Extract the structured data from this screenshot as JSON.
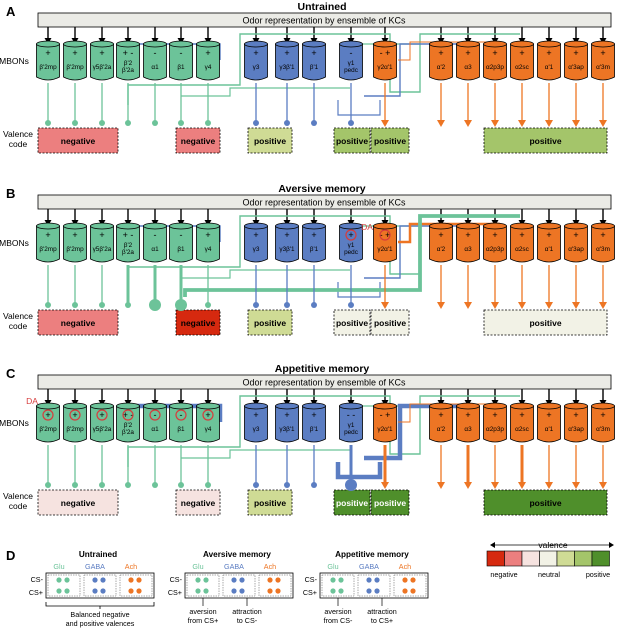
{
  "colors": {
    "green": "#6cc399",
    "green_dark": "#2e8a5e",
    "blue": "#5b7dc2",
    "blue_dark": "#3a5ea6",
    "orange": "#ed7524",
    "orange_dark": "#c0561a",
    "kc_box": "#ebebe6",
    "da_ring": "#d63c3c"
  },
  "kc_label": "Odor representation by ensemble of KCs",
  "mbon_row_label": "MBONs",
  "valence_label": [
    "Valence",
    "code"
  ],
  "da_label": "DA",
  "mbon_names": [
    "β'2mp",
    "β'2mp",
    "γ5β'2a",
    "β'2\nβ'2a",
    "α1",
    "β1",
    "γ4",
    "γ3",
    "γ3β'1",
    "β'1",
    "γ1\npedc",
    "γ2α'1",
    "α'2",
    "α3",
    "α2p3p",
    "α2sc",
    "α'1",
    "α'3ap",
    "α'3m"
  ],
  "panels": [
    {
      "letter": "A",
      "title": "Untrained",
      "signs": [
        "+",
        "+",
        "+",
        "+ -",
        "-",
        "-",
        "+",
        "+",
        "+",
        "+",
        "-",
        "- +",
        "+",
        "+",
        "+",
        "+",
        "+",
        "+",
        "+"
      ],
      "valence_boxes": [
        "negative",
        "negative",
        "positive",
        "positive",
        "positive",
        "positive"
      ]
    },
    {
      "letter": "B",
      "title": "Aversive memory",
      "signs": [
        "+",
        "+",
        "+",
        "+ -",
        "-",
        "-",
        "+",
        "+",
        "+",
        "+",
        "+",
        "- +",
        "+",
        "+",
        "+",
        "+",
        "+",
        "+",
        "+"
      ],
      "valence_boxes": [
        "negative",
        "negative",
        "positive",
        "positive",
        "positive",
        "positive"
      ]
    },
    {
      "letter": "C",
      "title": "Appetitive memory",
      "signs": [
        "+",
        "+",
        "+",
        "+ -",
        "-",
        "-",
        "+",
        "+",
        "+",
        "+",
        "- -",
        "- +",
        "+",
        "+",
        "+",
        "+",
        "+",
        "+",
        "+"
      ],
      "valence_boxes": [
        "negative",
        "negative",
        "positive",
        "positive",
        "positive",
        "positive"
      ]
    }
  ],
  "legend": {
    "label": "valence",
    "ticks": [
      "negative",
      "neutral",
      "positive"
    ],
    "swatches": [
      "#d6290f",
      "#ec7f7f",
      "#f6e3e0",
      "#f2f2e6",
      "#cfdb95",
      "#a4c56a",
      "#4f8f2b"
    ]
  },
  "panel_d": {
    "letter": "D",
    "titles": [
      "Untrained",
      "Aversive memory",
      "Appetitive memory"
    ],
    "columns": [
      "Glu",
      "GABA",
      "Ach"
    ],
    "rows": [
      "CS-",
      "CS+"
    ],
    "untrained_caption": [
      "Balanced negative",
      "and positive valences"
    ],
    "aversive_captions": [
      [
        "aversion",
        "from CS+"
      ],
      [
        "attraction",
        "to CS-"
      ]
    ],
    "appetitive_captions": [
      [
        "aversion",
        "from CS-"
      ],
      [
        "attraction",
        "to CS+"
      ]
    ]
  }
}
